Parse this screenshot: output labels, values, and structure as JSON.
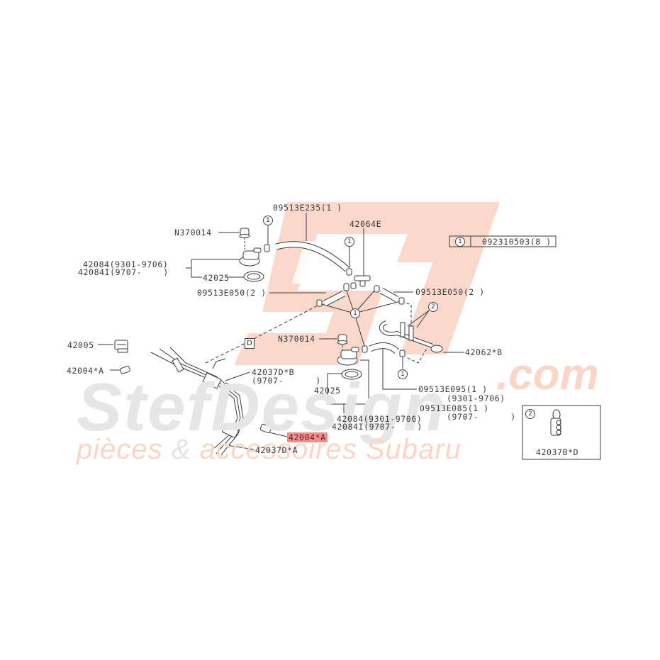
{
  "watermark": {
    "brand": "StefDesign",
    "tld": ".com",
    "tagline_left": "pièces",
    "tagline_amp": "&",
    "tagline_right": "accessoires Subaru",
    "logo_color": "#f9cdbd",
    "text_color": "#e6e6e6"
  },
  "legend": {
    "circle_1": {
      "symbol": "1",
      "part": "092310503(8 )"
    },
    "circle_2": {
      "symbol": "2",
      "part": "42037B*D"
    }
  },
  "callouts": {
    "hose_235": "09513E235(1 )",
    "nut_top": "N370014",
    "valve_top_a": "42084(9301-9706)",
    "valve_top_b": "42084I(9707-    )",
    "gasket_top": "42025",
    "hose_050_left": "09513E050(2 )",
    "joint_42064e": "42064E",
    "hose_050_right": "09513E050(2 )",
    "ref_d": "D",
    "nut_mid": "N370014",
    "clip_42005": "42005",
    "clip_42004a_left": "42004*A",
    "pipe_42037db": "42037D*B",
    "pipe_42037db_range": "(9707-      )",
    "gasket_mid": "42025",
    "pipe_42062b": "42062*B",
    "hose_095": "09513E095(1 )",
    "hose_095_range": "(9301-9706)",
    "hose_085": "09513E085(1 )",
    "hose_085_range": "(9707-      )",
    "valve_bot_a": "42084(9301-9706)",
    "valve_bot_b": "42084I(9707-    )",
    "clip_42004a_highlight": "42004*A",
    "pipe_42037da": "42037D*A"
  },
  "highlight_color": "#f28d8d"
}
